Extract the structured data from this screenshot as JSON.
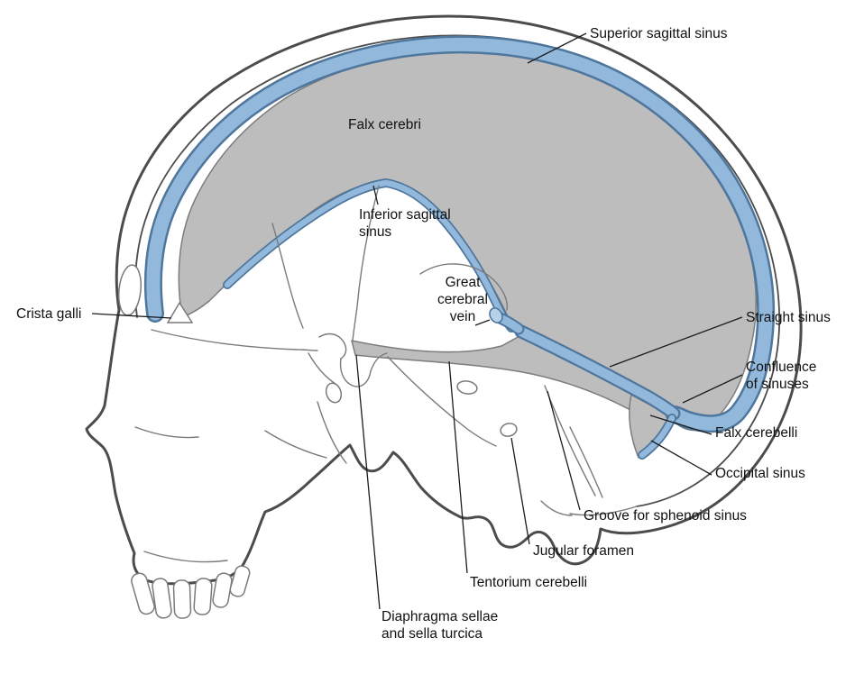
{
  "labels": {
    "superior_sagittal_sinus": "Superior sagittal sinus",
    "falx_cerebri": "Falx cerebri",
    "inferior_sagittal_sinus": "Inferior sagittal\nsinus",
    "great_cerebral_vein": "Great\ncerebral\nvein",
    "crista_galli": "Crista galli",
    "straight_sinus": "Straight sinus",
    "confluence_of_sinuses": "Confluence\nof sinuses",
    "falx_cerebelli": "Falx cerebelli",
    "occipital_sinus": "Occipital sinus",
    "groove_for_sphenoid_sinus": "Groove for sphenoid sinus",
    "jugular_foramen": "Jugular foramen",
    "tentorium_cerebelli": "Tentorium cerebelli",
    "diaphragma_sellae": "Diaphragma sellae\nand sella turcica"
  },
  "colors": {
    "sinus_blue": "#92b9dc",
    "sinus_blue_dark": "#4f769c",
    "sinus_blue_light": "#b7d2e8",
    "falx_gray": "#bdbdbd",
    "falx_gray_stroke": "#7d7d7d",
    "skull_outline": "#4c4c4c",
    "detail_line": "#7a7a7a",
    "leader_line": "#1c1c1c",
    "label_text": "#111111",
    "background": "#ffffff"
  }
}
